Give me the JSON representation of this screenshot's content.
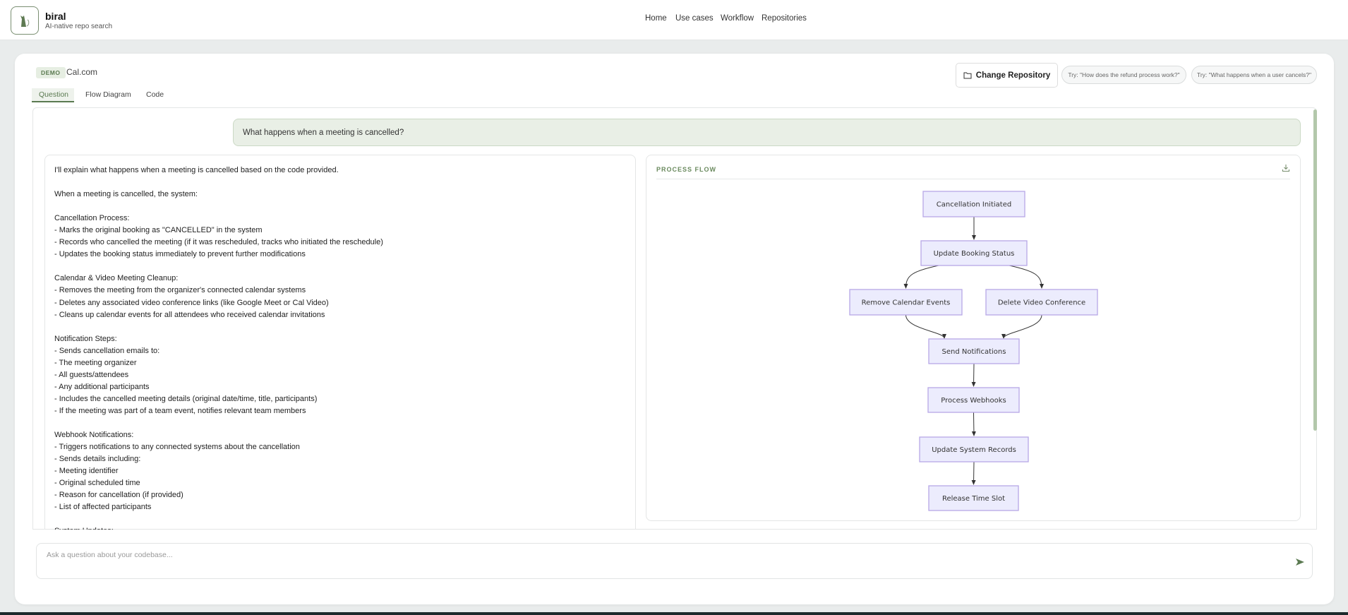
{
  "header": {
    "brand_title": "biral",
    "brand_subtitle": "AI-native repo search",
    "logo_icon": "cat-icon",
    "nav": [
      "Home",
      "Use cases",
      "Workflow",
      "Repositories"
    ]
  },
  "repo": {
    "badge": "DEMO",
    "name": "Cal.com"
  },
  "actions": {
    "change_repo": "Change Repository",
    "suggestions": [
      "Try: \"How does the refund process work?\"",
      "Try: \"What happens when a user cancels?\""
    ]
  },
  "tabs": [
    {
      "label": "Question",
      "active": true
    },
    {
      "label": "Flow Diagram"
    },
    {
      "label": "Code"
    }
  ],
  "question": "What happens when a meeting is cancelled?",
  "answer_lines": [
    "I'll explain what happens when a meeting is cancelled based on the code provided.",
    "",
    "When a meeting is cancelled, the system:",
    "",
    "Cancellation Process:",
    "- Marks the original booking as \"CANCELLED\" in the system",
    "- Records who cancelled the meeting (if it was rescheduled, tracks who initiated the reschedule)",
    "- Updates the booking status immediately to prevent further modifications",
    "",
    "Calendar & Video Meeting Cleanup:",
    "- Removes the meeting from the organizer's connected calendar systems",
    "- Deletes any associated video conference links (like Google Meet or Cal Video)",
    "- Cleans up calendar events for all attendees who received calendar invitations",
    "",
    "Notification Steps:",
    "- Sends cancellation emails to:",
    "- The meeting organizer",
    "- All guests/attendees",
    "- Any additional participants",
    "- Includes the cancelled meeting details (original date/time, title, participants)",
    "- If the meeting was part of a team event, notifies relevant team members",
    "",
    "Webhook Notifications:",
    "- Triggers notifications to any connected systems about the cancellation",
    "- Sends details including:",
    "- Meeting identifier",
    "- Original scheduled time",
    "- Reason for cancellation (if provided)",
    "- List of affected participants",
    "",
    "System Updates:"
  ],
  "flow": {
    "title": "PROCESS FLOW",
    "download_icon": "download-icon",
    "nodes": [
      "Cancellation Initiated",
      "Update Booking Status",
      "Remove Calendar Events",
      "Delete Video Conference",
      "Send Notifications",
      "Process Webhooks",
      "Update System Records",
      "Release Time Slot"
    ],
    "edges": [
      [
        0,
        1
      ],
      [
        1,
        2
      ],
      [
        1,
        3
      ],
      [
        2,
        4
      ],
      [
        3,
        4
      ],
      [
        4,
        5
      ],
      [
        5,
        6
      ],
      [
        6,
        7
      ]
    ],
    "node_fill": "#ececfd",
    "node_stroke": "#b7a7e6"
  },
  "input": {
    "placeholder": "Ask a question about your codebase...",
    "send_icon": "send-icon"
  },
  "colors": {
    "accent": "#5b7a51",
    "scrollbar": "#b3c8ab"
  }
}
